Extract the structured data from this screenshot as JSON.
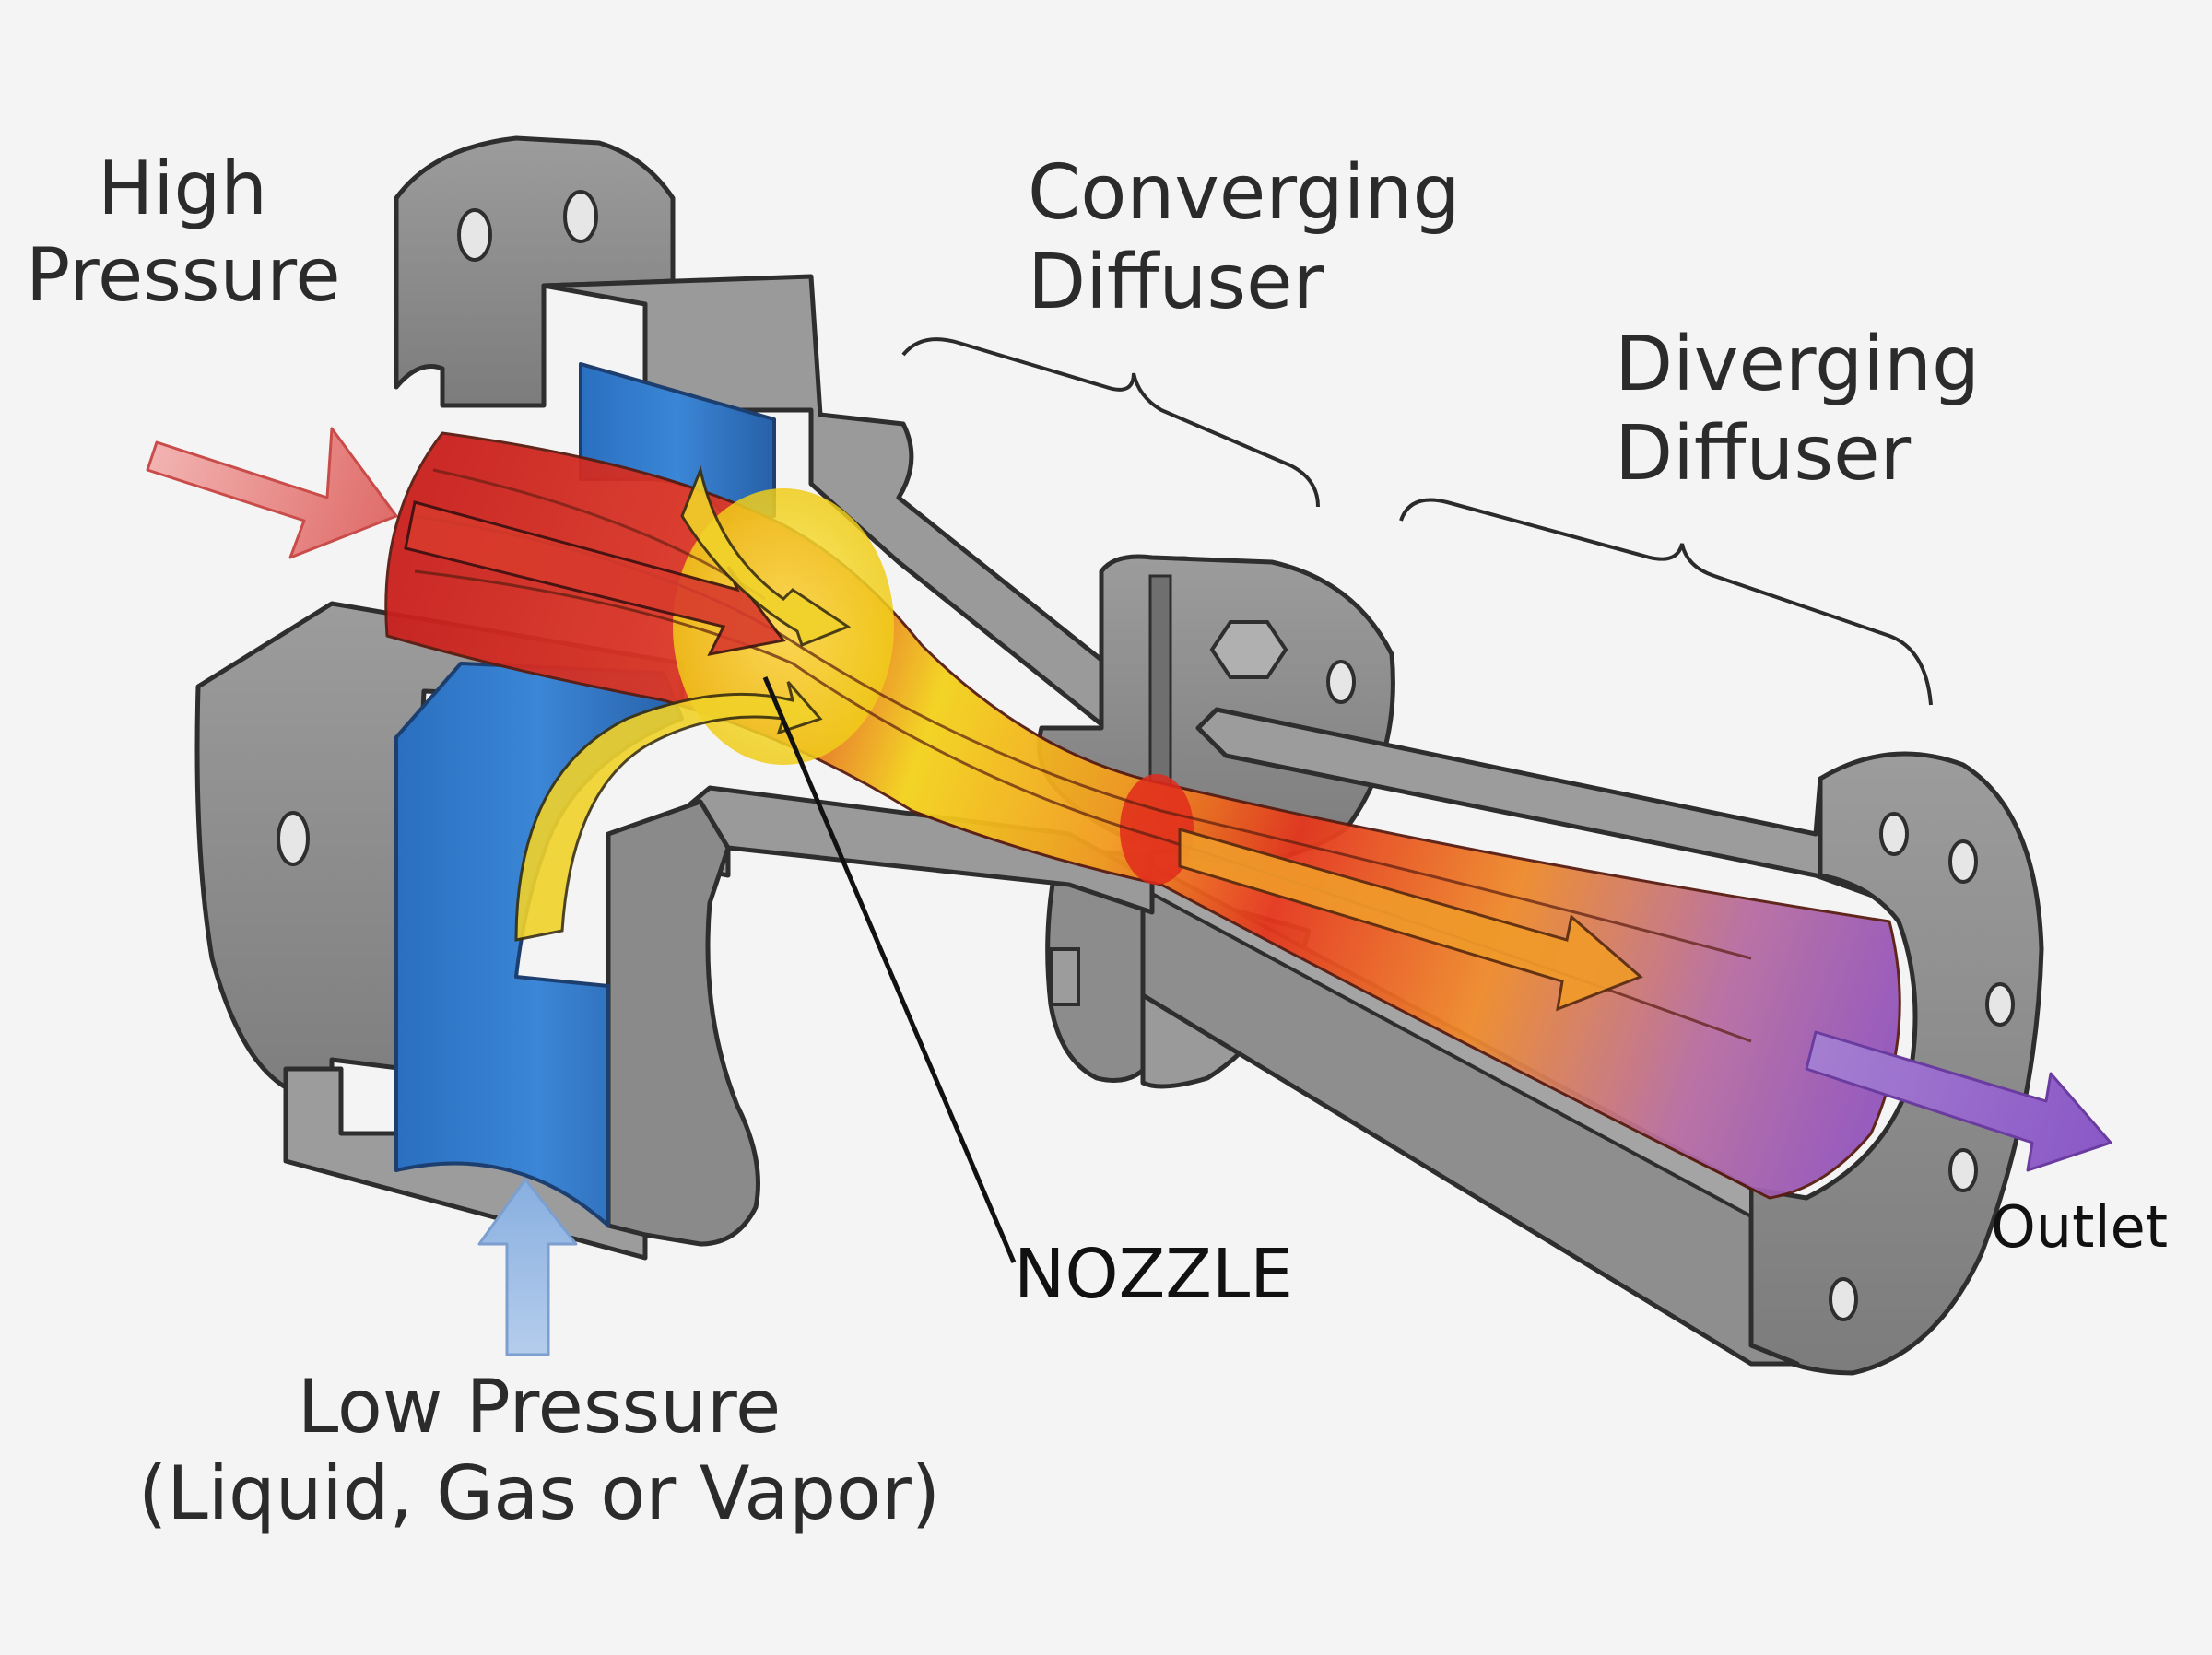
{
  "labels": {
    "high_pressure": [
      "High",
      "Pressure"
    ],
    "converging_diffuser": [
      "Converging",
      "Diffuser"
    ],
    "diverging_diffuser": [
      "Diverging",
      "Diffuser"
    ],
    "nozzle": "NOZZLE",
    "outlet": "Outlet",
    "low_pressure": [
      "Low Pressure",
      "(Liquid, Gas or Vapor)"
    ]
  },
  "colors": {
    "background": "#f4f4f4",
    "metal": "#8a8a8a",
    "metal_light": "#a8a8a8",
    "outline": "#2e2e2e",
    "high_pressure_flow": "#d8302a",
    "low_pressure_flow": "#2f76c6",
    "mixing_flow": "#f1d21a",
    "throat_flow": "#e5391f",
    "outlet_flow": "#8d4fc0",
    "inlet_arrow_high": "#e57a78",
    "inlet_arrow_low": "#8fb5e0"
  }
}
